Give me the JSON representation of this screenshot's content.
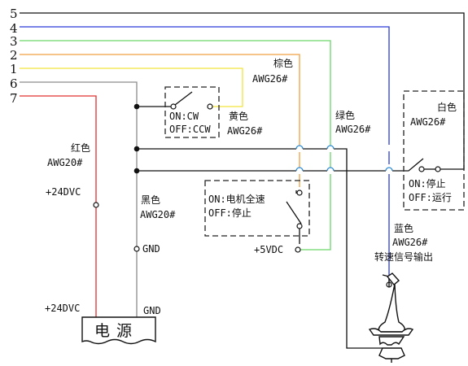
{
  "wire_numbers": [
    "5",
    "4",
    "3",
    "2",
    "1",
    "6",
    "7"
  ],
  "colors": {
    "wire5": "#111111",
    "wire4": "#2b3bd6",
    "wire3": "#6bd66b",
    "wire2": "#f0a040",
    "wire1": "#f2e43c",
    "wire6": "#8c8c8c",
    "wire7": "#e03030",
    "hop_marker": "#2d8ad6"
  },
  "labels": {
    "brown_color": "棕色",
    "brown_awg": "AWG26#",
    "yellow_color": "黄色",
    "yellow_awg": "AWG26#",
    "green_color": "绿色",
    "green_awg": "AWG26#",
    "white_color": "白色",
    "white_awg": "AWG26#",
    "red_color": "红色",
    "red_awg": "AWG20#",
    "black_color": "黑色",
    "black_awg": "AWG20#",
    "blue_color": "蓝色",
    "blue_awg": "AWG26#",
    "speed_signal": "转速信号输出"
  },
  "switch_dir": {
    "on": "ON:CW",
    "off": "OFF:CCW"
  },
  "switch_speed": {
    "on": "ON:电机全速",
    "off": "OFF:停止"
  },
  "switch_run": {
    "on": "ON:停止",
    "off": "OFF:运行"
  },
  "terminals": {
    "v24_mid": "+24DVC",
    "gnd_mid": "GND",
    "v5": "+5VDC",
    "v24_bottom": "+24DVC",
    "gnd_bottom": "GND"
  },
  "power_supply": "电源"
}
